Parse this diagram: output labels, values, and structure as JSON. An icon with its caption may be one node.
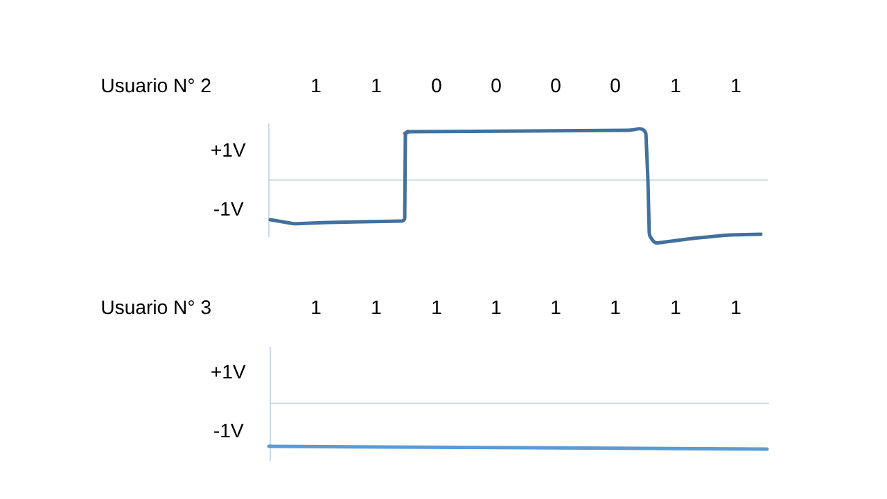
{
  "diagram": {
    "labels": [
      "Usuario N° 2",
      "1",
      "1",
      "0",
      "0",
      "0",
      "0",
      "1",
      "1",
      "+1V",
      "-1V",
      "Usuario N° 3",
      "1",
      "1",
      "1",
      "1",
      "1",
      "1",
      "1",
      "1",
      "+1V",
      "-1V"
    ]
  }
}
